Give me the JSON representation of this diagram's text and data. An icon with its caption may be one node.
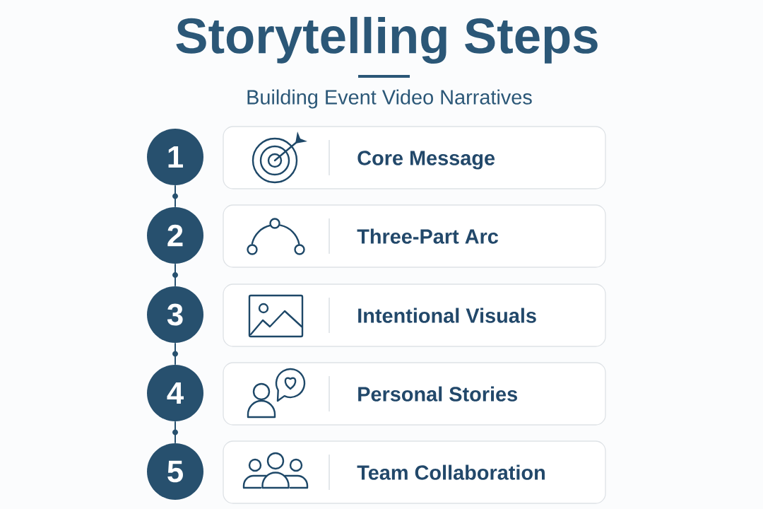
{
  "diagram": {
    "title": "Storytelling Steps",
    "nodes": [
      {
        "text": [
          "1"
        ]
      },
      {
        "text": [
          "Core Message"
        ]
      },
      {
        "text": [
          "2"
        ]
      },
      {
        "text": [
          "Three-Part Arc"
        ]
      },
      {
        "text": [
          "3"
        ]
      },
      {
        "text": [
          "Intentional Visuals"
        ]
      },
      {
        "text": [
          "4"
        ]
      },
      {
        "text": [
          "Personal Stories"
        ]
      },
      {
        "text": [
          "5"
        ]
      },
      {
        "text": [
          "Team Collaboration"
        ]
      }
    ],
    "edges": [
      {
        "from": 0,
        "to": 2,
        "arrow": "none"
      },
      {
        "from": 2,
        "to": 4,
        "arrow": "none"
      },
      {
        "from": 4,
        "to": 6,
        "arrow": "none"
      },
      {
        "from": 6,
        "to": 8,
        "arrow": "none"
      }
    ],
    "labels": [
      "Building Event Video Narratives"
    ]
  }
}
